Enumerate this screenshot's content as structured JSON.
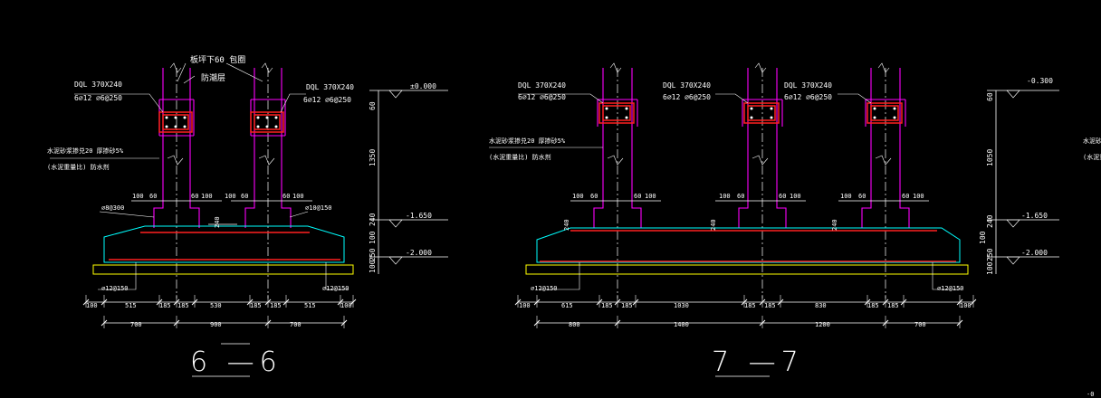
{
  "section66": {
    "title": "6 —6",
    "note_top": "板坪下60 包圈",
    "note_damp": "防潮层",
    "beam_left": "DQL 370X240",
    "beam_left_rebar": "6⌀12 ⌀6@250",
    "beam_right": "DQL 370X240",
    "beam_right_rebar": "6⌀12 ⌀6@250",
    "mortar_1": "水泥砂浆掺兑20 厚掺砂5%",
    "mortar_2": "(水泥重量比) 防水剂",
    "rebar_a": "⌀8@300",
    "rebar_b": "⌀10@150",
    "rebar_bot_l": "⌀12@150",
    "rebar_bot_r": "⌀12@150",
    "elev_top": "±0.000",
    "elev_mid": "-1.650",
    "elev_bot": "-2.000",
    "vdim_1": "60",
    "vdim_2": "1350",
    "vdim_3": "240",
    "vdim_4": "100",
    "vdim_5": "250",
    "vdim_6": "100",
    "tdim": [
      "100",
      "60",
      "60",
      "100",
      "100",
      "60",
      "60",
      "100"
    ],
    "label_240": "240",
    "dims_row1": [
      "100",
      "515",
      "185",
      "185",
      "530",
      "185",
      "185",
      "515",
      "100"
    ],
    "dims_row2": [
      "700",
      "900",
      "700"
    ]
  },
  "section77": {
    "title": "7 —7",
    "beam_1": "DQL 370X240",
    "beam_1_rebar": "6⌀12 ⌀6@250",
    "beam_2": "DQL 370X240",
    "beam_2_rebar": "6⌀12 ⌀6@250",
    "beam_3": "DQL 370X240",
    "beam_3_rebar": "6⌀12 ⌀6@250",
    "mortar_1": "水泥砂浆掺兑20 厚掺砂5%",
    "mortar_2": "(水泥重量比) 防水剂",
    "mortar_1r": "水泥砂浆",
    "mortar_2r": "(水泥重",
    "rebar_bot_l": "⌀12@150",
    "rebar_bot_r": "⌀12@150",
    "elev_top": "-0.300",
    "elev_mid": "-1.650",
    "elev_bot": "-2.000",
    "vdim_1": "60",
    "vdim_2": "1050",
    "vdim_3": "240",
    "vdim_4": "100",
    "vdim_5": "250",
    "vdim_6": "100",
    "tdim": [
      "100",
      "60",
      "60",
      "100",
      "100",
      "60",
      "60",
      "100",
      "100",
      "60",
      "60",
      "100"
    ],
    "label_240": "240",
    "dims_row1": [
      "100",
      "615",
      "185",
      "185",
      "1030",
      "185",
      "185",
      "830",
      "185",
      "185",
      "100"
    ],
    "dims_row2": [
      "800",
      "1400",
      "1200",
      "700"
    ]
  },
  "corner_mark": "-0"
}
